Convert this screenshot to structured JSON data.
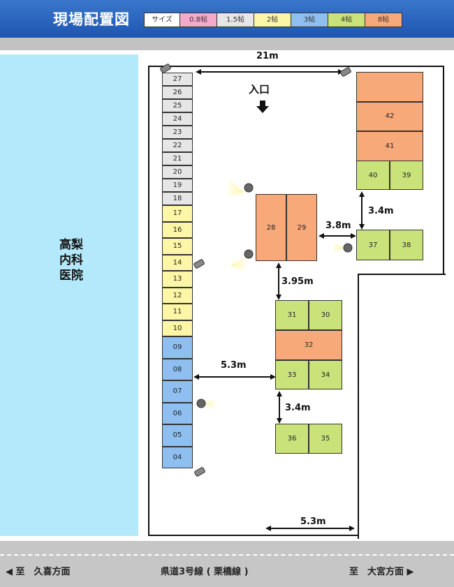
{
  "header": {
    "title": "現場配置図"
  },
  "legend": [
    {
      "label": "サイズ",
      "color": "#ffffff"
    },
    {
      "label": "0.8帖",
      "color": "#f5a9cb"
    },
    {
      "label": "1.5帖",
      "color": "#e6e6e6"
    },
    {
      "label": "2帖",
      "color": "#fdf6a6"
    },
    {
      "label": "3帖",
      "color": "#8ebff0"
    },
    {
      "label": "4帖",
      "color": "#cae27a"
    },
    {
      "label": "8帖",
      "color": "#f8a97a"
    }
  ],
  "hospital": {
    "name": "高梨内科医院"
  },
  "entrance": {
    "label": "入口"
  },
  "measurements": {
    "top_width": "21m",
    "d_28_37": "3.8m",
    "d_39_37": "3.4m",
    "d_28_31": "3.95m",
    "d_left_33": "5.3m",
    "d_33_36": "3.4m",
    "bottom": "5.3m"
  },
  "road": {
    "left": "至　久喜方面",
    "center": "県道3号線 ( 栗橋線 )",
    "right": "至　大宮方面"
  },
  "units": {
    "column_gray": [
      "27",
      "26",
      "25",
      "24",
      "23",
      "22",
      "21",
      "20",
      "19",
      "18"
    ],
    "column_yellow": [
      "17",
      "16",
      "15",
      "14",
      "13",
      "12",
      "11",
      "10"
    ],
    "column_blue": [
      "09",
      "08",
      "07",
      "06",
      "05",
      "04"
    ],
    "block_top_right": {
      "orange": [
        "",
        "42",
        "41"
      ],
      "green": [
        "40",
        "39"
      ]
    },
    "block_center": [
      "28",
      "29"
    ],
    "block_right_mid": [
      "37",
      "38"
    ],
    "block_middle": {
      "green_top": [
        "31",
        "30"
      ],
      "orange": "32",
      "green_bottom": [
        "33",
        "34"
      ]
    },
    "block_bottom": [
      "36",
      "35"
    ]
  }
}
